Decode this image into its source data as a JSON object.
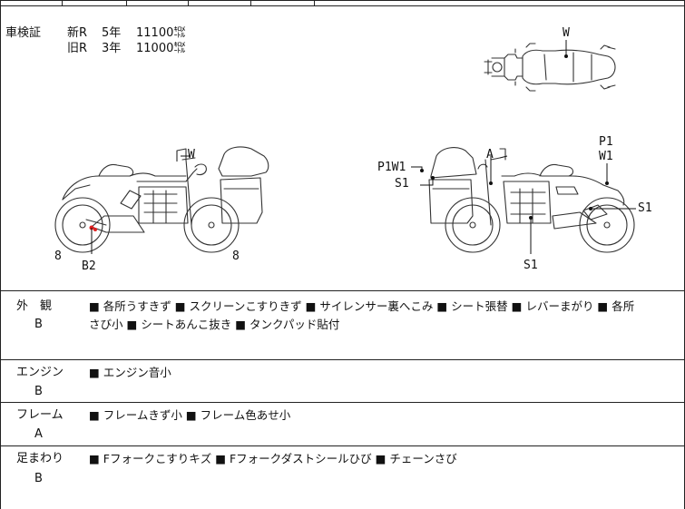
{
  "inspection": {
    "label": "車検証",
    "rows": [
      {
        "era": "新R",
        "years": "5年",
        "odometer": "11100㌖"
      },
      {
        "era": "旧R",
        "years": "3年",
        "odometer": "11000㌖"
      }
    ]
  },
  "diagram": {
    "top_view": {
      "marks": [
        "W"
      ]
    },
    "left_side": {
      "marks": [
        "W",
        "8",
        "B2",
        "8"
      ]
    },
    "right_side": {
      "marks": [
        "A",
        "P1W1",
        "S1",
        "P1",
        "W1",
        "S1",
        "S1"
      ]
    },
    "highlight_color": "#e02020"
  },
  "conditions": [
    {
      "category": "外　観",
      "grade": "B",
      "lines": [
        "■ 各所うすきず ■ スクリーンこすりきず ■ サイレンサー裏へこみ ■ シート張替 ■ レバーまがり ■ 各所",
        "さび小 ■ シートあんこ抜き ■ タンクパッド貼付"
      ]
    },
    {
      "category": "エンジン",
      "grade": "B",
      "lines": [
        "■ エンジン音小"
      ]
    },
    {
      "category": "フレーム",
      "grade": "A",
      "lines": [
        "■ フレームきず小 ■ フレーム色あせ小"
      ]
    },
    {
      "category": "足まわり",
      "grade": "B",
      "lines": [
        "■ Fフォークこすりキズ ■ Fフォークダストシールひび ■ チェーンさび"
      ]
    }
  ]
}
